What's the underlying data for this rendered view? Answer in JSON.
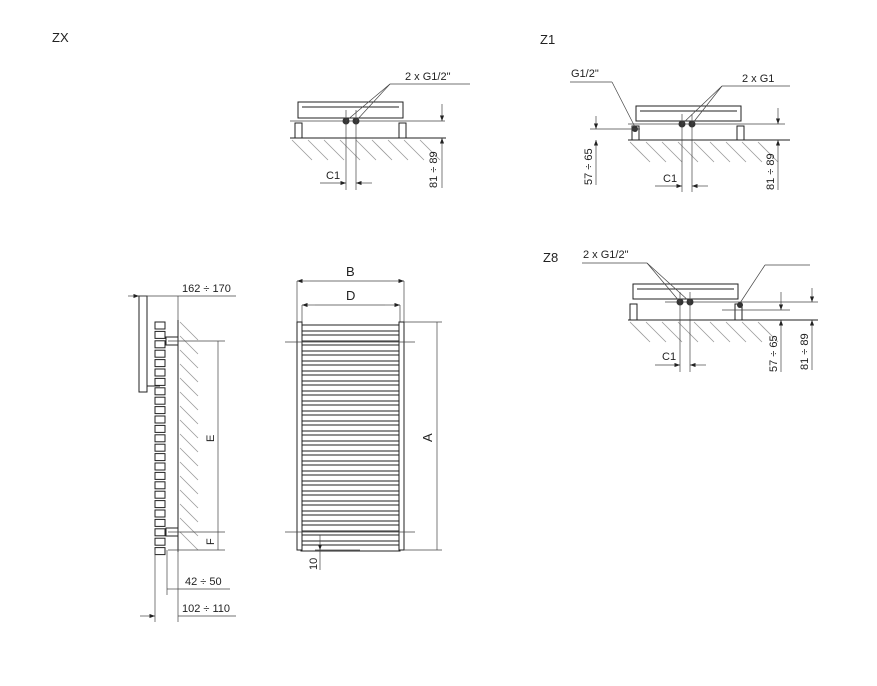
{
  "views": {
    "zx": {
      "title": "ZX",
      "connection": "2 x G1/2\"",
      "offset": "C1",
      "height": "81 ÷ 89"
    },
    "z1": {
      "title": "Z1",
      "valve": "G1/2\"",
      "connection": "2 x G1",
      "valve_height": "57 ÷ 65",
      "offset": "C1",
      "height": "81 ÷ 89"
    },
    "z8": {
      "title": "Z8",
      "connection": "2 x G1/2\"",
      "offset": "C1",
      "valve_height": "57 ÷ 65",
      "height": "81 ÷ 89"
    }
  },
  "side_view": {
    "depth_top": "162 ÷ 170",
    "spacing": "E",
    "bottom": "F",
    "wall_gap": "42 ÷ 50",
    "depth_bottom": "102 ÷ 110"
  },
  "front_view": {
    "width": "B",
    "inner_width": "D",
    "height": "A",
    "bottom_gap": "10"
  }
}
